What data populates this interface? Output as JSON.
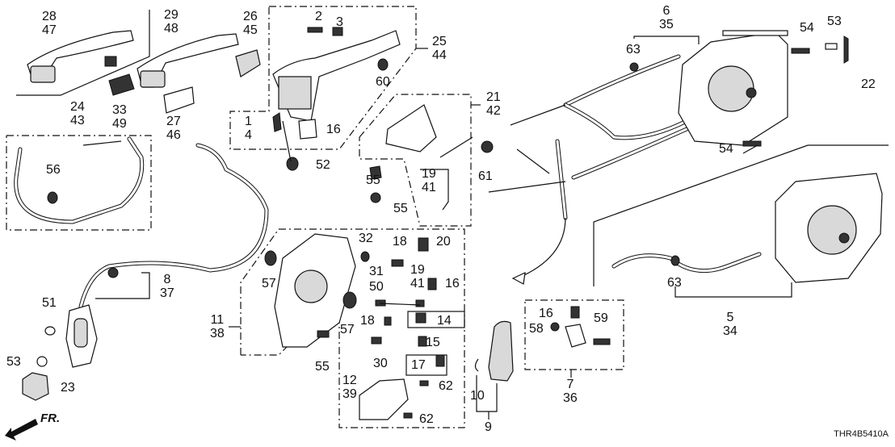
{
  "diagram": {
    "title": "Door lock / handle parts diagram",
    "diagram_code": "THR4B5410A",
    "front_indicator": "FR.",
    "callouts": [
      {
        "id": "c-28-47",
        "lines": [
          "28",
          "47"
        ]
      },
      {
        "id": "c-29-48",
        "lines": [
          "29",
          "48"
        ]
      },
      {
        "id": "c-26-45",
        "lines": [
          "26",
          "45"
        ]
      },
      {
        "id": "c-33-49",
        "lines": [
          "33",
          "49"
        ]
      },
      {
        "id": "c-27-46",
        "lines": [
          "27",
          "46"
        ]
      },
      {
        "id": "c-24-43",
        "lines": [
          "24",
          "43"
        ]
      },
      {
        "id": "c-56",
        "lines": [
          "56"
        ]
      },
      {
        "id": "c-2",
        "lines": [
          "2"
        ]
      },
      {
        "id": "c-3",
        "lines": [
          "3"
        ]
      },
      {
        "id": "c-25-44",
        "lines": [
          "25",
          "44"
        ]
      },
      {
        "id": "c-60",
        "lines": [
          "60"
        ]
      },
      {
        "id": "c-1-4",
        "lines": [
          "1",
          "4"
        ]
      },
      {
        "id": "c-16a",
        "lines": [
          "16"
        ]
      },
      {
        "id": "c-52",
        "lines": [
          "52"
        ]
      },
      {
        "id": "c-21-42",
        "lines": [
          "21",
          "42"
        ]
      },
      {
        "id": "c-61",
        "lines": [
          "61"
        ]
      },
      {
        "id": "c-55a",
        "lines": [
          "55"
        ]
      },
      {
        "id": "c-55b",
        "lines": [
          "55"
        ]
      },
      {
        "id": "c-19-41a",
        "lines": [
          "19",
          "41"
        ]
      },
      {
        "id": "c-6-35",
        "lines": [
          "6",
          "35"
        ]
      },
      {
        "id": "c-63a",
        "lines": [
          "63"
        ]
      },
      {
        "id": "c-54a",
        "lines": [
          "54"
        ]
      },
      {
        "id": "c-53a",
        "lines": [
          "53"
        ]
      },
      {
        "id": "c-22",
        "lines": [
          "22"
        ]
      },
      {
        "id": "c-54b",
        "lines": [
          "54"
        ]
      },
      {
        "id": "c-63b",
        "lines": [
          "63"
        ]
      },
      {
        "id": "c-8-37",
        "lines": [
          "8",
          "37"
        ]
      },
      {
        "id": "c-51",
        "lines": [
          "51"
        ]
      },
      {
        "id": "c-53b",
        "lines": [
          "53"
        ]
      },
      {
        "id": "c-23",
        "lines": [
          "23"
        ]
      },
      {
        "id": "c-11-38",
        "lines": [
          "11",
          "38"
        ]
      },
      {
        "id": "c-57a",
        "lines": [
          "57"
        ]
      },
      {
        "id": "c-57b",
        "lines": [
          "57"
        ]
      },
      {
        "id": "c-55c",
        "lines": [
          "55"
        ]
      },
      {
        "id": "c-32",
        "lines": [
          "32"
        ]
      },
      {
        "id": "c-31",
        "lines": [
          "31"
        ]
      },
      {
        "id": "c-50",
        "lines": [
          "50"
        ]
      },
      {
        "id": "c-18a",
        "lines": [
          "18"
        ]
      },
      {
        "id": "c-18b",
        "lines": [
          "18"
        ]
      },
      {
        "id": "c-20",
        "lines": [
          "20"
        ]
      },
      {
        "id": "c-19-41b",
        "lines": [
          "19",
          "41"
        ]
      },
      {
        "id": "c-16b",
        "lines": [
          "16"
        ]
      },
      {
        "id": "c-14",
        "lines": [
          "14"
        ]
      },
      {
        "id": "c-15",
        "lines": [
          "15"
        ]
      },
      {
        "id": "c-30",
        "lines": [
          "30"
        ]
      },
      {
        "id": "c-17",
        "lines": [
          "17"
        ]
      },
      {
        "id": "c-12-39",
        "lines": [
          "12",
          "39"
        ]
      },
      {
        "id": "c-62a",
        "lines": [
          "62"
        ]
      },
      {
        "id": "c-62b",
        "lines": [
          "62"
        ]
      },
      {
        "id": "c-10",
        "lines": [
          "10"
        ]
      },
      {
        "id": "c-9",
        "lines": [
          "9"
        ]
      },
      {
        "id": "c-16c",
        "lines": [
          "16"
        ]
      },
      {
        "id": "c-58",
        "lines": [
          "58"
        ]
      },
      {
        "id": "c-59",
        "lines": [
          "59"
        ]
      },
      {
        "id": "c-7-36",
        "lines": [
          "7",
          "36"
        ]
      },
      {
        "id": "c-63c",
        "lines": [
          "63"
        ]
      },
      {
        "id": "c-5-34",
        "lines": [
          "5",
          "34"
        ]
      }
    ]
  }
}
